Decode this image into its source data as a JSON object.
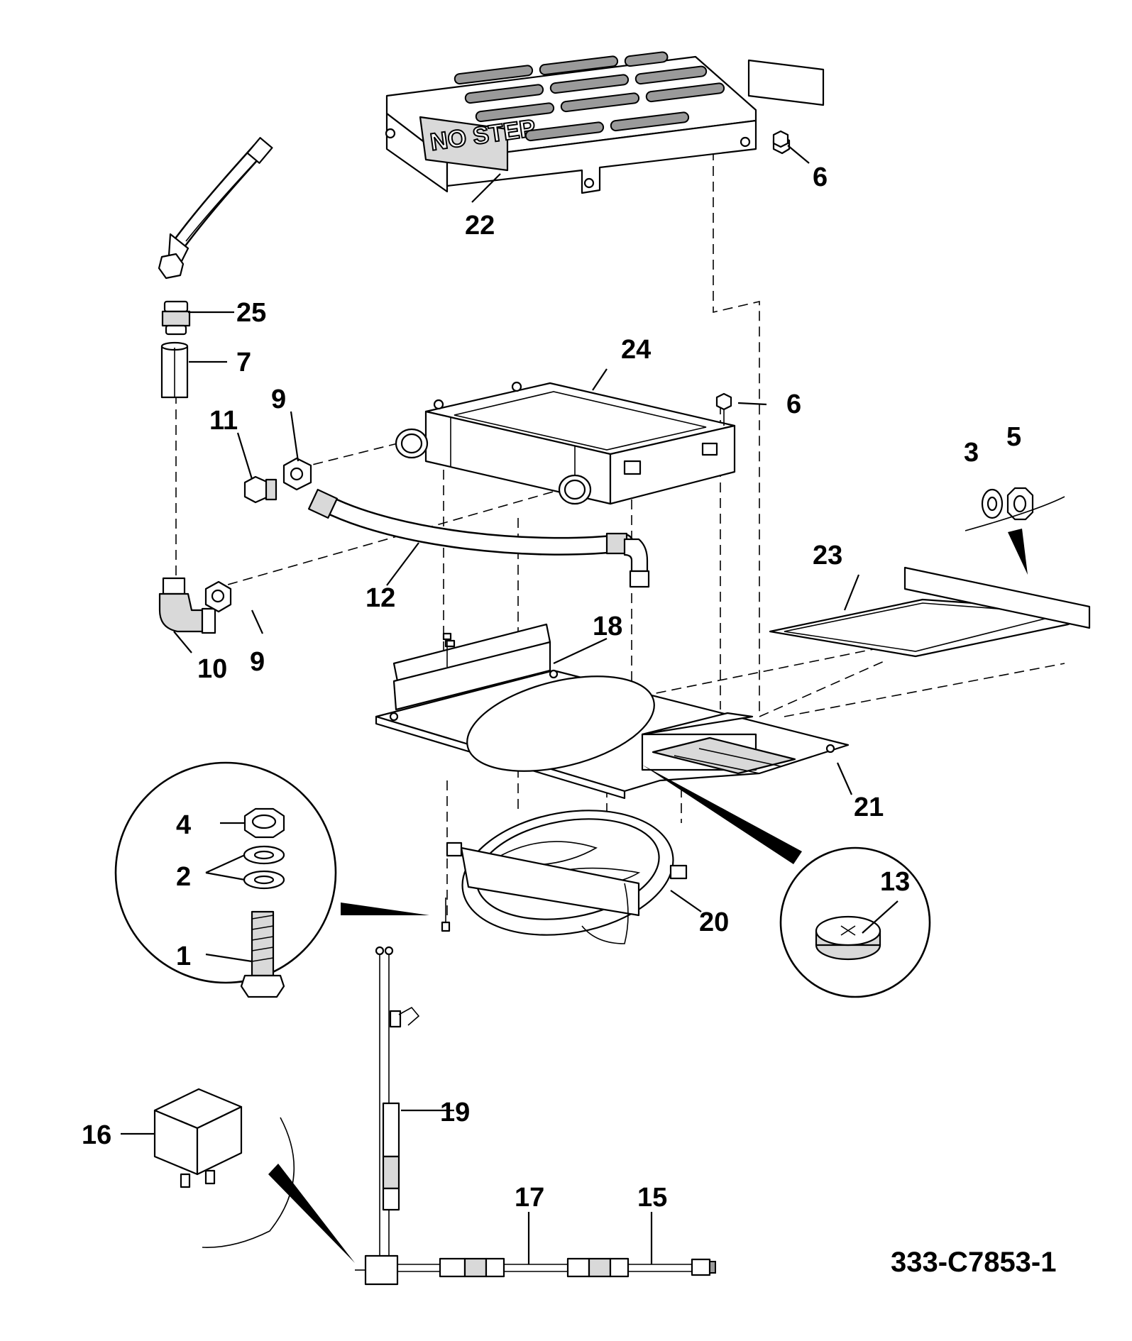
{
  "drawing_code": "333-C7853-1",
  "cover_stencil": "NO STEP",
  "callouts": [
    {
      "id": "c1",
      "label": "1"
    },
    {
      "id": "c2",
      "label": "2"
    },
    {
      "id": "c3",
      "label": "3"
    },
    {
      "id": "c4",
      "label": "4"
    },
    {
      "id": "c5",
      "label": "5"
    },
    {
      "id": "c6a",
      "label": "6"
    },
    {
      "id": "c6b",
      "label": "6"
    },
    {
      "id": "c7",
      "label": "7"
    },
    {
      "id": "c9a",
      "label": "9"
    },
    {
      "id": "c9b",
      "label": "9"
    },
    {
      "id": "c10",
      "label": "10"
    },
    {
      "id": "c11",
      "label": "11"
    },
    {
      "id": "c12",
      "label": "12"
    },
    {
      "id": "c13",
      "label": "13"
    },
    {
      "id": "c15",
      "label": "15"
    },
    {
      "id": "c16",
      "label": "16"
    },
    {
      "id": "c17",
      "label": "17"
    },
    {
      "id": "c18",
      "label": "18"
    },
    {
      "id": "c19",
      "label": "19"
    },
    {
      "id": "c20",
      "label": "20"
    },
    {
      "id": "c21",
      "label": "21"
    },
    {
      "id": "c22",
      "label": "22"
    },
    {
      "id": "c23",
      "label": "23"
    },
    {
      "id": "c24",
      "label": "24"
    },
    {
      "id": "c25",
      "label": "25"
    }
  ]
}
